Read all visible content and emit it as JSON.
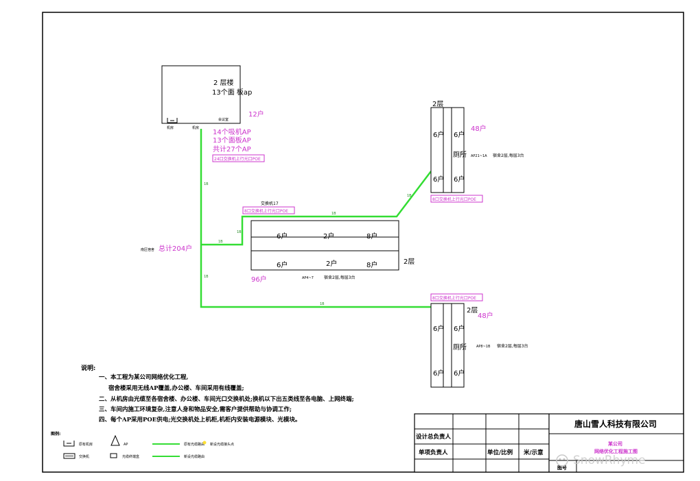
{
  "colors": {
    "line": "#000000",
    "green": "#33dd33",
    "magenta": "#cc33cc",
    "yellow": "#ffe033",
    "watermark": "#c8c8c8"
  },
  "office_building": {
    "floor": "2 层楼",
    "panel_ap": "13个面  板ap",
    "meeting_room": "会议室",
    "server_room": "机房",
    "office": "机房",
    "households": "12户",
    "ap_suction": "14个吸机AP",
    "ap_panel": "13个面板AP",
    "ap_total": "共计27个AP",
    "switch_box": "24口交换机上行光口POE"
  },
  "top_dorm": {
    "floor": "2层",
    "households": "48户",
    "unit_top": "6户",
    "unit_bottom": "6户",
    "toilet": "厕所",
    "building_label": "AP21~1A",
    "note": "宿舍2层,每层3台",
    "switch_box": "8口交换机上行光口POE"
  },
  "middle_dorm": {
    "switch_caption": "交换机17",
    "switch_box": "8口交换机上行光口POE",
    "row1": [
      "6户",
      "2户",
      "8户"
    ],
    "row2": [
      "6户",
      "2户",
      "8户"
    ],
    "floor": "2层",
    "households": "96户",
    "building_label": "AP4~7",
    "note": "宿舍2层,每层3台"
  },
  "bottom_dorm": {
    "switch_box": "8口交换机上行光口POE",
    "floor": "2层",
    "households": "48户",
    "unit_top": "6户",
    "unit_bottom": "6户",
    "toilet": "厕所",
    "building_label": "AP8~1B",
    "note": "宿舍2层,每层3台"
  },
  "total": {
    "area": "南区宿舍",
    "text": "总计204户"
  },
  "cable_labels": {
    "v1": "1B",
    "h_mid": "1B",
    "v_mid": "1B",
    "top_run": "1B",
    "diag": "1B",
    "v2": "1B",
    "bottom_run": "1B"
  },
  "notes": {
    "heading": "说明:",
    "lines": [
      "一、本工程为某公司网络优化工程,",
      "宿舍楼采用无线AP覆盖,办公楼、车间采用有线覆盖;",
      "二、从机房由光缆至各宿舍楼、办公楼、车间光口交换机处;换机以下出五类线至各电脑、上网终端;",
      "三、车间内施工环境复杂,注意人身和物品安全,需客户提供帮助与协调工作;",
      "四、每个AP采用POE供电;光交换机处上机柜,机柜内安装电源模块、光模块。"
    ]
  },
  "legend": {
    "heading": "图例:",
    "items": [
      "原有机房",
      "AP",
      "原有光缆路由",
      "新设光缆接头点",
      "交换机",
      "光缆终端盒",
      "新设光缆路由"
    ]
  },
  "title_block": {
    "company": "唐山雪人科技有限公司",
    "client": "某公司",
    "drawing_title": "网络优化工程施工图",
    "design_lead": "设计总负责人",
    "project_lead": "单项负责人",
    "unit_scale": "单位/比例",
    "not_scaled": "米/示意",
    "drawing_no": "图号"
  },
  "watermark": "SnowRhyme"
}
